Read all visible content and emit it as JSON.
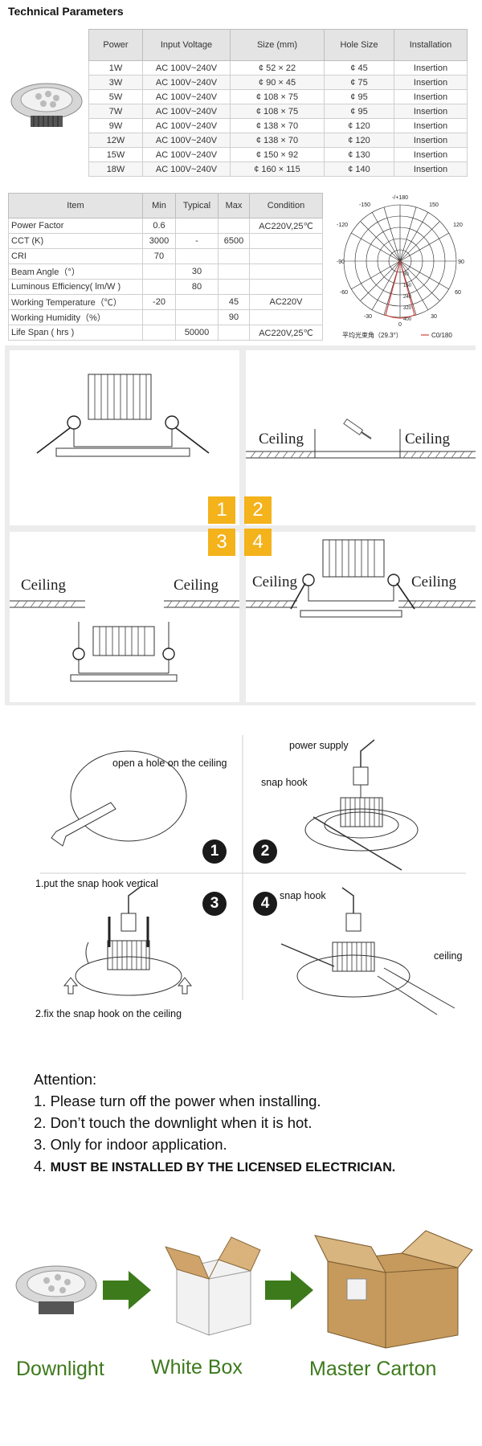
{
  "technical": {
    "heading": "Technical Parameters",
    "headers": [
      "Power",
      "Input Voltage",
      "Size (mm)",
      "Hole Size",
      "Installation"
    ],
    "rows": [
      [
        "1W",
        "AC 100V~240V",
        "¢ 52 × 22",
        "¢ 45",
        "Insertion"
      ],
      [
        "3W",
        "AC 100V~240V",
        "¢ 90 × 45",
        "¢ 75",
        "Insertion"
      ],
      [
        "5W",
        "AC 100V~240V",
        "¢ 108 × 75",
        "¢ 95",
        "Insertion"
      ],
      [
        "7W",
        "AC 100V~240V",
        "¢ 108 × 75",
        "¢ 95",
        "Insertion"
      ],
      [
        "9W",
        "AC 100V~240V",
        "¢ 138 × 70",
        "¢ 120",
        "Insertion"
      ],
      [
        "12W",
        "AC 100V~240V",
        "¢ 138 × 70",
        "¢ 120",
        "Insertion"
      ],
      [
        "15W",
        "AC 100V~240V",
        "¢ 150 × 92",
        "¢ 130",
        "Insertion"
      ],
      [
        "18W",
        "AC 100V~240V",
        "¢ 160 × 115",
        "¢ 140",
        "Insertion"
      ]
    ]
  },
  "items": {
    "headers": [
      "Item",
      "Min",
      "Typical",
      "Max",
      "Condition"
    ],
    "rows": [
      [
        "Power Factor",
        "0.6",
        "",
        "",
        "AC220V,25℃"
      ],
      [
        "CCT (K)",
        "3000",
        "-",
        "6500",
        ""
      ],
      [
        "CRI",
        "70",
        "",
        "",
        ""
      ],
      [
        "Beam Angle（°）",
        "",
        "30",
        "",
        ""
      ],
      [
        "Luminous Efficiency( lm/W )",
        "",
        "80",
        "",
        ""
      ],
      [
        "Working Temperature（℃）",
        "-20",
        "",
        "45",
        "AC220V"
      ],
      [
        "Working Humidity（%）",
        "",
        "",
        "90",
        ""
      ],
      [
        "Life Span ( hrs )",
        "",
        "50000",
        "",
        "AC220V,25℃"
      ]
    ]
  },
  "polar": {
    "top_label": "-/+180",
    "left_angles": [
      "-150",
      "-120",
      "-90",
      "-60",
      "-30"
    ],
    "right_angles": [
      "150",
      "120",
      "90",
      "60",
      "30"
    ],
    "bottom_label": "0",
    "radial_values": [
      "80",
      "160",
      "240",
      "320",
      "400"
    ],
    "caption_left": "平均光束角（29.3°）",
    "caption_right": "C0/180",
    "curve_color": "#d0413a"
  },
  "install_diagram": {
    "ceiling_label": "Ceiling",
    "steps": [
      "1",
      "2",
      "3",
      "4"
    ],
    "step_color": "#f4b21b"
  },
  "steps_diagram": {
    "open_hole": "open a hole on the ceiling",
    "put_vertical": "1.put the snap hook vertical",
    "fix_hook": "2.fix the snap hook on the ceiling",
    "power_supply": "power supply",
    "snap_hook": "snap hook",
    "ceiling": "ceiling",
    "numbers": [
      "1",
      "2",
      "3",
      "4"
    ]
  },
  "attention": {
    "title": "Attention:",
    "lines": [
      "1. Please turn off the power when installing.",
      "2. Don’t touch the downlight when it is hot.",
      "3. Only for indoor application."
    ],
    "line4_prefix": "4.",
    "line4_text": "MUST BE INSTALLED BY THE LICENSED ELECTRICIAN."
  },
  "packaging": {
    "labels": [
      "Downlight",
      "White Box",
      "Master Carton"
    ],
    "arrow_color": "#3d7a1c"
  }
}
